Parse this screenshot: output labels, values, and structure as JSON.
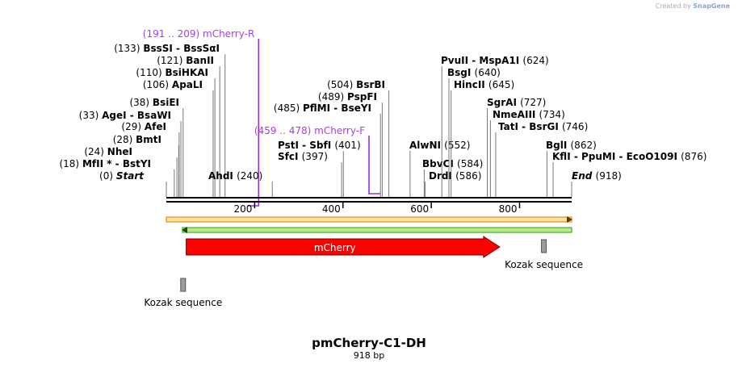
{
  "credit": {
    "prefix": "Created by ",
    "brand": "SnapGene"
  },
  "map": {
    "name": "pmCherry-C1-DH",
    "length_label": "918 bp",
    "length": 918
  },
  "ticks": [
    {
      "pos": 200,
      "label": "200"
    },
    {
      "pos": 400,
      "label": "400"
    },
    {
      "pos": 600,
      "label": "600"
    },
    {
      "pos": 800,
      "label": "800"
    }
  ],
  "sites": [
    {
      "pos": 0,
      "num": "(0)",
      "name": "Start",
      "italic": true,
      "side": "left"
    },
    {
      "pos": 18,
      "num": "(18)",
      "name": "MfII * - BstYI",
      "side": "left"
    },
    {
      "pos": 24,
      "num": "(24)",
      "name": "NheI",
      "side": "left"
    },
    {
      "pos": 28,
      "num": "(28)",
      "name": "BmtI",
      "side": "left"
    },
    {
      "pos": 29,
      "num": "(29)",
      "name": "AfeI",
      "side": "left"
    },
    {
      "pos": 33,
      "num": "(33)",
      "name": "AgeI  - BsaWI",
      "side": "left"
    },
    {
      "pos": 38,
      "num": "(38)",
      "name": "BsiEI",
      "side": "left"
    },
    {
      "pos": 106,
      "num": "(106)",
      "name": "ApaLI",
      "side": "left"
    },
    {
      "pos": 110,
      "num": "(110)",
      "name": "BsiHKAI",
      "side": "left"
    },
    {
      "pos": 121,
      "num": "(121)",
      "name": "BanII",
      "side": "left"
    },
    {
      "pos": 133,
      "num": "(133)",
      "name": "BssSI  - BssSαI",
      "side": "left"
    },
    {
      "pos": 240,
      "num": "(240)",
      "name": "AhdI",
      "side": "right"
    },
    {
      "pos": 397,
      "num": "(397)",
      "name": "SfcI",
      "side": "right"
    },
    {
      "pos": 401,
      "num": "(401)",
      "name": "PstI  - SbfI",
      "side": "right"
    },
    {
      "pos": 485,
      "num": "(485)",
      "name": "PflMI  - BseYI",
      "side": "left"
    },
    {
      "pos": 489,
      "num": "(489)",
      "name": "PspFI",
      "side": "left"
    },
    {
      "pos": 504,
      "num": "(504)",
      "name": "BsrBI",
      "side": "left"
    },
    {
      "pos": 552,
      "num": "(552)",
      "name": "AlwNI",
      "side": "right"
    },
    {
      "pos": 584,
      "num": "(584)",
      "name": "BbvCI",
      "side": "right"
    },
    {
      "pos": 586,
      "num": "(586)",
      "name": "DrdI",
      "side": "right"
    },
    {
      "pos": 624,
      "num": "(624)",
      "name": "PvuII  - MspA1I",
      "side": "right"
    },
    {
      "pos": 640,
      "num": "(640)",
      "name": "BsgI",
      "side": "right"
    },
    {
      "pos": 645,
      "num": "(645)",
      "name": "HincII",
      "side": "right"
    },
    {
      "pos": 727,
      "num": "(727)",
      "name": "SgrAI",
      "side": "right"
    },
    {
      "pos": 734,
      "num": "(734)",
      "name": "NmeAIII",
      "side": "right"
    },
    {
      "pos": 746,
      "num": "(746)",
      "name": "TatI  - BsrGI",
      "side": "right"
    },
    {
      "pos": 862,
      "num": "(862)",
      "name": "BglI",
      "side": "right"
    },
    {
      "pos": 876,
      "num": "(876)",
      "name": "KflI  - PpuMI  - EcoO109I",
      "side": "right"
    },
    {
      "pos": 918,
      "num": "(918)",
      "name": "End",
      "italic": true,
      "side": "right"
    }
  ],
  "primers": [
    {
      "range": "(191 .. 209)",
      "name": "mCherry-R",
      "start": 191,
      "end": 209,
      "direction": "reverse"
    },
    {
      "range": "(459 .. 478)",
      "name": "mCherry-F",
      "start": 459,
      "end": 478,
      "direction": "forward"
    }
  ],
  "features": [
    {
      "name": "mCherry",
      "start": 45,
      "end": 755,
      "color": "#ff0000",
      "type": "arrow"
    },
    {
      "name": "Kozak sequence",
      "start": 38,
      "end": 45,
      "color": "#9a9da6",
      "type": "box"
    },
    {
      "name": "Kozak sequence",
      "start": 855,
      "end": 862,
      "color": "#9a9da6",
      "type": "box"
    }
  ],
  "strands": {
    "forward_color": "#e07b00",
    "forward_fill": "#f8e39a",
    "reverse_color": "#2aa000",
    "reverse_fill": "#b9e88b"
  }
}
